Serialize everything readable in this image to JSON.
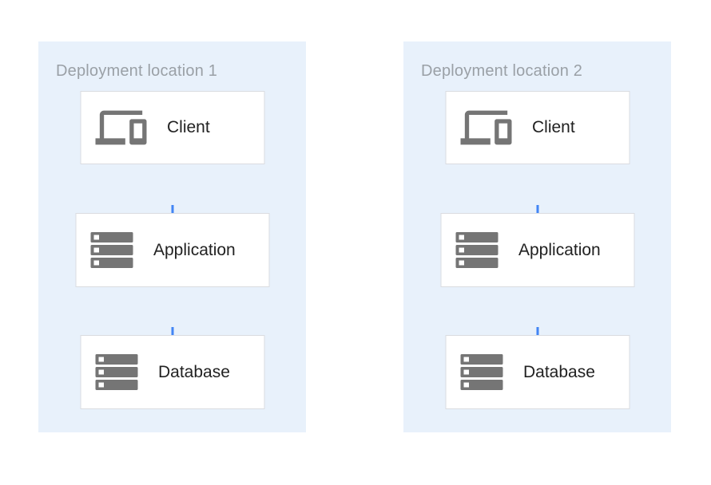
{
  "diagram": {
    "panels": [
      {
        "title": "Deployment location 1",
        "nodes": [
          {
            "label": "Client",
            "icon": "devices-icon"
          },
          {
            "label": "Application",
            "icon": "server-stack-icon"
          },
          {
            "label": "Database",
            "icon": "server-stack-icon"
          }
        ],
        "connections": [
          {
            "from": "Client",
            "to": "Application"
          },
          {
            "from": "Application",
            "to": "Database"
          }
        ]
      },
      {
        "title": "Deployment location 2",
        "nodes": [
          {
            "label": "Client",
            "icon": "devices-icon"
          },
          {
            "label": "Application",
            "icon": "server-stack-icon"
          },
          {
            "label": "Database",
            "icon": "server-stack-icon"
          }
        ],
        "connections": [
          {
            "from": "Client",
            "to": "Application"
          },
          {
            "from": "Application",
            "to": "Database"
          }
        ]
      }
    ],
    "colors": {
      "panel_background": "#E8F1FB",
      "node_background": "#FFFFFF",
      "node_border": "#DADCE0",
      "icon_gray": "#757575",
      "arrow_blue": "#4285F4",
      "title_text": "#9AA0A6",
      "label_text": "#212121"
    }
  }
}
